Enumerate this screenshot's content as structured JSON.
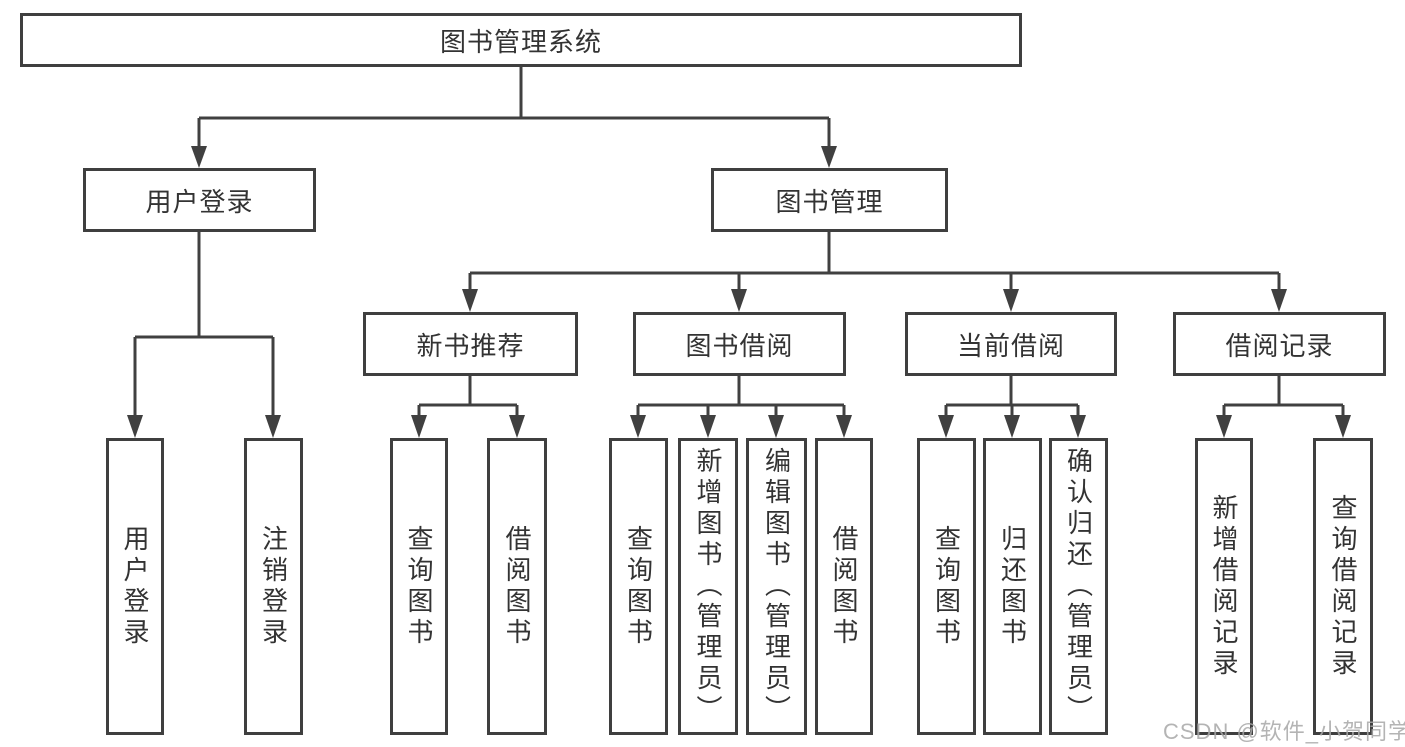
{
  "tree": {
    "label": "图书管理系统",
    "children": [
      {
        "label": "用户登录",
        "children": [
          {
            "label": "用户登录"
          },
          {
            "label": "注销登录"
          }
        ]
      },
      {
        "label": "图书管理",
        "children": [
          {
            "label": "新书推荐",
            "children": [
              {
                "label": "查询图书"
              },
              {
                "label": "借阅图书"
              }
            ]
          },
          {
            "label": "图书借阅",
            "children": [
              {
                "label": "查询图书"
              },
              {
                "label": "新增图书（管理员）"
              },
              {
                "label": "编辑图书（管理员）"
              },
              {
                "label": "借阅图书"
              }
            ]
          },
          {
            "label": "当前借阅",
            "children": [
              {
                "label": "查询图书"
              },
              {
                "label": "归还图书"
              },
              {
                "label": "确认归还（管理员）"
              }
            ]
          },
          {
            "label": "借阅记录",
            "children": [
              {
                "label": "新增借阅记录"
              },
              {
                "label": "查询借阅记录"
              }
            ]
          }
        ]
      }
    ]
  },
  "watermark": {
    "text": "CSDN @软件_小贺同学"
  },
  "colors": {
    "line": "#404040",
    "border": "#3f3f3f",
    "text": "#333333",
    "background": "#ffffff",
    "watermark": "#a8a8a8"
  }
}
